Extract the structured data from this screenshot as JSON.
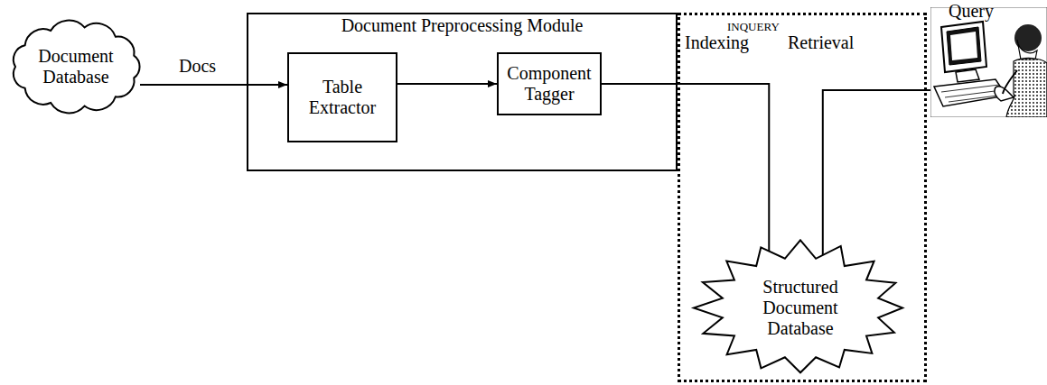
{
  "diagram": {
    "nodes": [
      {
        "text": [
          "Document Database"
        ]
      },
      {
        "text": [
          "Document Preprocessing Module"
        ]
      },
      {
        "text": [
          "Table Extractor"
        ],
        "in": 1
      },
      {
        "text": [
          "Component Tagger"
        ],
        "in": 1
      },
      {
        "text": [
          "INQUERY"
        ]
      },
      {
        "text": [
          "Structured Document Database"
        ],
        "in": 4
      },
      {
        "text": [
          "Query"
        ]
      }
    ],
    "edges": [
      {
        "from": 0,
        "to": 2,
        "label": "Docs",
        "arrow": "to"
      },
      {
        "from": 2,
        "to": 3,
        "arrow": "to"
      },
      {
        "from": 3,
        "to": 5,
        "label": "Indexing",
        "arrow": "to"
      },
      {
        "from": 5,
        "to": 6,
        "label": "Retrieval",
        "arrow": "none"
      }
    ]
  }
}
